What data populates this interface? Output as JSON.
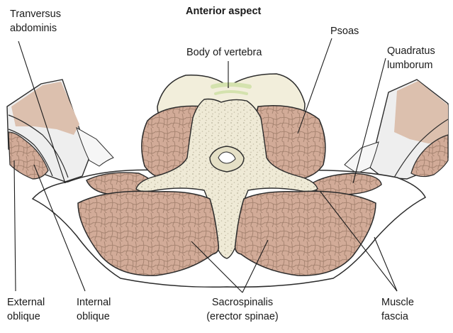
{
  "title": "Anterior aspect",
  "labels": {
    "transversus_abdominis": [
      "Tranversus",
      "abdominis"
    ],
    "body_of_vertebra": "Body of vertebra",
    "psoas": "Psoas",
    "quadratus_lumborum": [
      "Quadratus",
      "lumborum"
    ],
    "external_oblique": [
      "External",
      "oblique"
    ],
    "internal_oblique": [
      "Internal",
      "oblique"
    ],
    "sacrospinalis": [
      "Sacrospinalis",
      "(erector spinae)"
    ],
    "muscle_fascia": [
      "Muscle",
      "fascia"
    ]
  },
  "colors": {
    "muscle": "#d2ab98",
    "muscle_dark": "#b8907c",
    "bone_outer": "#f1ecd8",
    "bone_inner": "#e7e2cc",
    "disc_green": "#d4e2ae",
    "fascia": "#ffffff",
    "outline": "#2b2b2b",
    "leader": "#1a1a1a"
  }
}
